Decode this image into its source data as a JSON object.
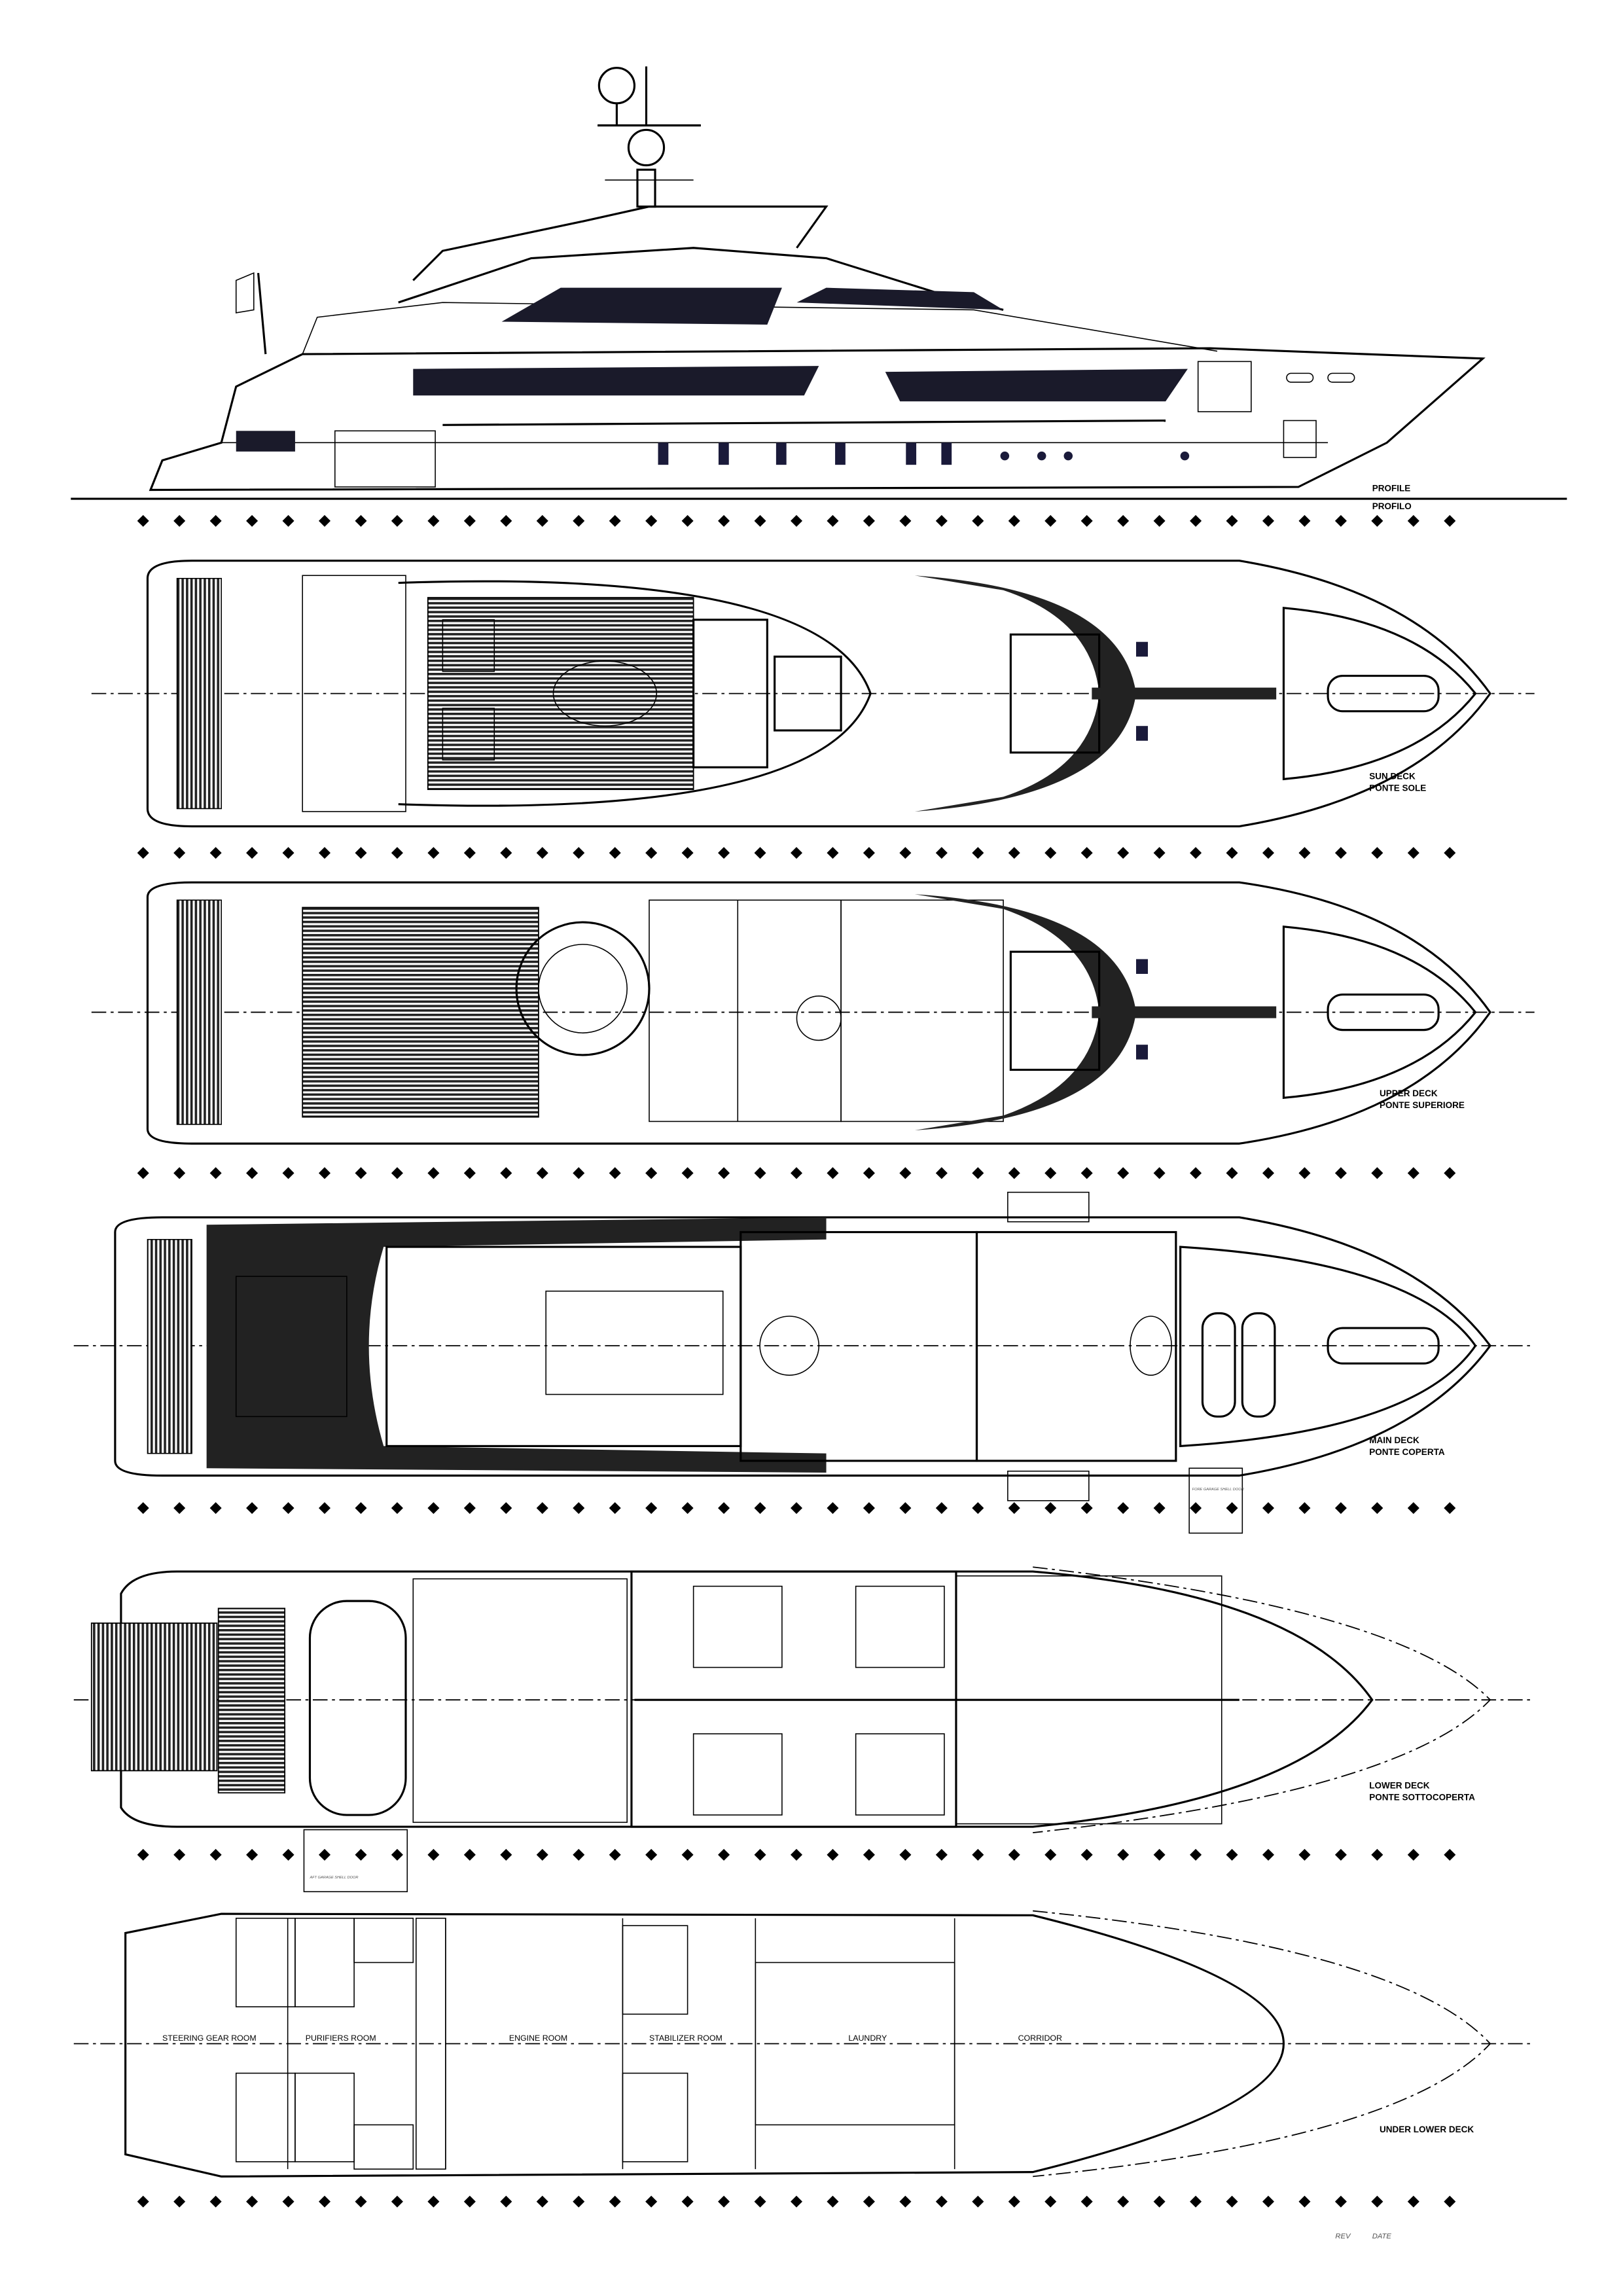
{
  "profile": {
    "label": "PROFILE",
    "label_it": "PROFILO"
  },
  "sun_deck": {
    "label": "SUN DECK",
    "label_it": "PONTE SOLE"
  },
  "upper_deck": {
    "label": "UPPER DECK",
    "label_it": "PONTE SUPERIORE"
  },
  "main_deck": {
    "label": "MAIN DECK",
    "label_it": "PONTE COPERTA",
    "side_garage": "FORE GARAGE SHELL DOOR"
  },
  "lower_deck": {
    "label": "LOWER DECK",
    "label_it": "PONTE SOTTOCOPERTA",
    "aft_garage": "AFT GARAGE SHELL DOOR"
  },
  "under_lower_deck": {
    "label": "UNDER LOWER DECK",
    "rooms": [
      "STEERING GEAR ROOM",
      "PURIFIERS ROOM",
      "ENGINE ROOM",
      "STABILIZER ROOM",
      "LAUNDRY",
      "CORRIDOR"
    ]
  },
  "title_block": {
    "rev": "REV",
    "date": "DATE"
  },
  "frame_rows": 6,
  "frames_per_row": 37
}
